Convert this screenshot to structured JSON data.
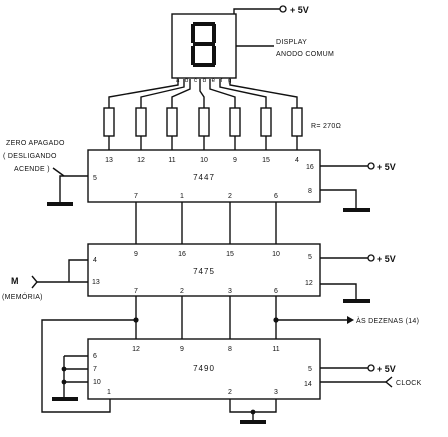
{
  "display": {
    "label_line1": "DISPLAY",
    "label_line2": "ANODO COMUM",
    "segments": "a b c d e f g",
    "supply": "+ 5V"
  },
  "resistor": {
    "label": "R= 270Ω"
  },
  "zero_note": {
    "line1": "ZERO APAGADO",
    "line2": "( DESLIGANDO",
    "line3": "ACENDE )"
  },
  "m_input": {
    "line1": "M",
    "line2": "(MEMÓRIA)"
  },
  "dezenas": {
    "label": "ÀS DEZENAS (14)"
  },
  "clock": {
    "label": "CLOCK"
  },
  "ic7447": {
    "name": "7447",
    "top_pins": [
      "13",
      "12",
      "11",
      "10",
      "9",
      "15",
      "4"
    ],
    "pin_left": "5",
    "pin_right_top": "16",
    "pin_right_bottom": "8",
    "bottom_pins": [
      "7",
      "1",
      "2",
      "6"
    ],
    "supply": "+ 5V"
  },
  "ic7475": {
    "name": "7475",
    "top_pins": [
      "9",
      "16",
      "15",
      "10"
    ],
    "left_pins": [
      "4",
      "13"
    ],
    "right_pins": [
      "5",
      "12"
    ],
    "bottom_pins": [
      "7",
      "2",
      "3",
      "6"
    ],
    "supply": "+ 5V"
  },
  "ic7490": {
    "name": "7490",
    "top_pins": [
      "12",
      "9",
      "8",
      "11"
    ],
    "left_pins": [
      "6",
      "7",
      "10",
      "1"
    ],
    "right_pins": [
      "5",
      "14"
    ],
    "bottom_pins": [
      "2",
      "3"
    ],
    "supply": "+ 5V"
  }
}
